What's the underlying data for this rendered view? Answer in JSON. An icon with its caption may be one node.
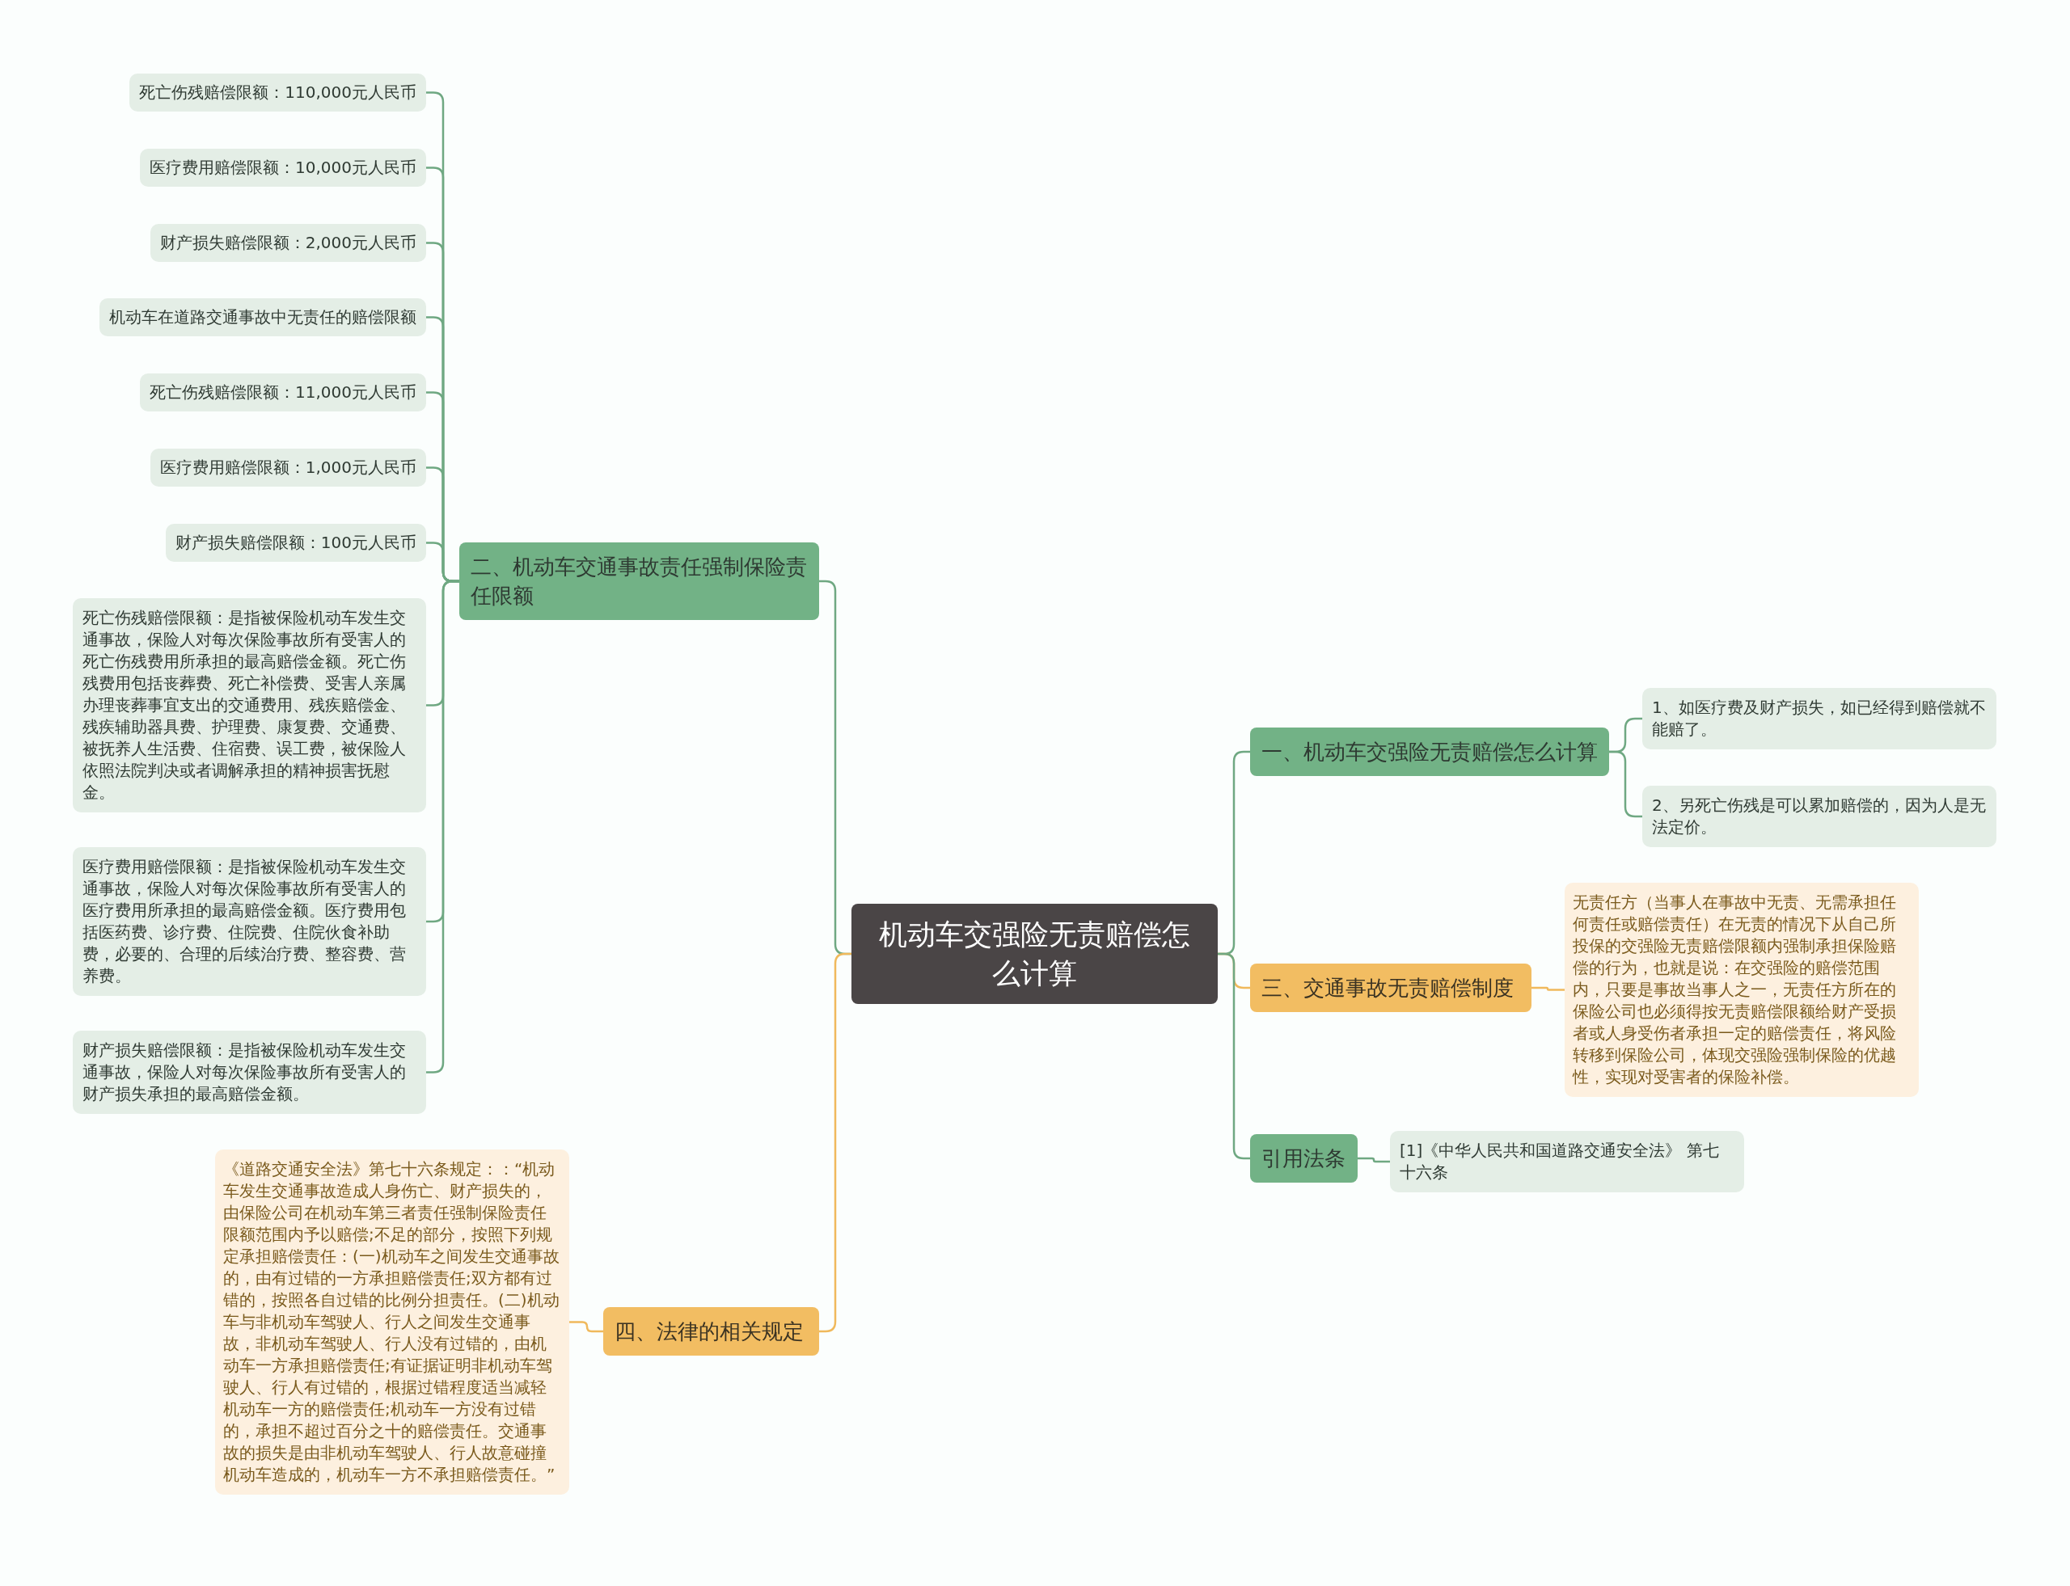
{
  "diagram": {
    "nodes": [
      {
        "text": [
          "机动车交强险无责赔偿怎么计算"
        ]
      },
      {
        "text": [
          "二、机动车交通事故责任强制保险责任限额"
        ]
      },
      {
        "text": [
          "死亡伤残赔偿限额：110,000元人民币"
        ]
      },
      {
        "text": [
          "医疗费用赔偿限额：10,000元人民币"
        ]
      },
      {
        "text": [
          "财产损失赔偿限额：2,000元人民币"
        ]
      },
      {
        "text": [
          "机动车在道路交通事故中无责任的赔偿限额"
        ]
      },
      {
        "text": [
          "死亡伤残赔偿限额：11,000元人民币"
        ]
      },
      {
        "text": [
          "医疗费用赔偿限额：1,000元人民币"
        ]
      },
      {
        "text": [
          "财产损失赔偿限额：100元人民币"
        ]
      },
      {
        "text": [
          "死亡伤残赔偿限额：是指被保险机动车发生交通事故，保险人对每次保险事故所有受害人的死亡伤残费用所承担的最高赔偿金额。死亡伤残费用包括丧葬费、死亡补偿费、受害人亲属办理丧葬事宜支出的交通费用、残疾赔偿金、残疾辅助器具费、护理费、康复费、交通费、被抚养人生活费、住宿费、误工费，被保险人依照法院判决或者调解承担的精神损害抚慰金。"
        ]
      },
      {
        "text": [
          "医疗费用赔偿限额：是指被保险机动车发生交通事故，保险人对每次保险事故所有受害人的医疗费用所承担的最高赔偿金额。医疗费用包括医药费、诊疗费、住院费、住院伙食补助费，必要的、合理的后续治疗费、整容费、营养费。"
        ]
      },
      {
        "text": [
          "财产损失赔偿限额：是指被保险机动车发生交通事故，保险人对每次保险事故所有受害人的财产损失承担的最高赔偿金额。"
        ]
      },
      {
        "text": [
          "一、机动车交强险无责赔偿怎么计算"
        ]
      },
      {
        "text": [
          "1、如医疗费及财产损失，如已经得到赔偿就不能赔了。"
        ]
      },
      {
        "text": [
          "2、另死亡伤残是可以累加赔偿的，因为人是无法定价。"
        ]
      },
      {
        "text": [
          "三、交通事故无责赔偿制度"
        ]
      },
      {
        "text": [
          "无责任方（当事人在事故中无责、无需承担任何责任或赔偿责任）在无责的情况下从自己所投保的交强险无责赔偿限额内强制承担保险赔偿的行为，也就是说：在交强险的赔偿范围内，只要是事故当事人之一，无责任方所在的保险公司也必须得按无责赔偿限额给财产受损者或人身受伤者承担一定的赔偿责任，将风险转移到保险公司，体现交强险强制保险的优越性，实现对受害者的保险补偿。"
        ]
      },
      {
        "text": [
          "引用法条"
        ]
      },
      {
        "text": [
          "[1]《中华人民共和国道路交通安全法》 第七十六条"
        ]
      },
      {
        "text": [
          "四、法律的相关规定"
        ]
      },
      {
        "text": [
          "《道路交通安全法》第七十六条规定：：“机动车发生交通事故造成人身伤亡、财产损失的，由保险公司在机动车第三者责任强制保险责任限额范围内予以赔偿;不足的部分，按照下列规定承担赔偿责任：(一)机动车之间发生交通事故的，由有过错的一方承担赔偿责任;双方都有过错的，按照各自过错的比例分担责任。(二)机动车与非机动车驾驶人、行人之间发生交通事故，非机动车驾驶人、行人没有过错的，由机动车一方承担赔偿责任;有证据证明非机动车驾驶人、行人有过错的，根据过错程度适当减轻机动车一方的赔偿责任;机动车一方没有过错的，承担不超过百分之十的赔偿责任。交通事故的损失是由非机动车驾驶人、行人故意碰撞机动车造成的，机动车一方不承担赔偿责任。”"
        ]
      }
    ],
    "edges": [
      {
        "from": 0,
        "to": 1,
        "arrow": "none"
      },
      {
        "from": 1,
        "to": 2,
        "arrow": "none"
      },
      {
        "from": 1,
        "to": 3,
        "arrow": "none"
      },
      {
        "from": 1,
        "to": 4,
        "arrow": "none"
      },
      {
        "from": 1,
        "to": 5,
        "arrow": "none"
      },
      {
        "from": 1,
        "to": 6,
        "arrow": "none"
      },
      {
        "from": 1,
        "to": 7,
        "arrow": "none"
      },
      {
        "from": 1,
        "to": 8,
        "arrow": "none"
      },
      {
        "from": 1,
        "to": 9,
        "arrow": "none"
      },
      {
        "from": 1,
        "to": 10,
        "arrow": "none"
      },
      {
        "from": 1,
        "to": 11,
        "arrow": "none"
      },
      {
        "from": 0,
        "to": 12,
        "arrow": "none"
      },
      {
        "from": 12,
        "to": 13,
        "arrow": "none"
      },
      {
        "from": 12,
        "to": 14,
        "arrow": "none"
      },
      {
        "from": 0,
        "to": 15,
        "arrow": "none",
        "color": "#f0b95c"
      },
      {
        "from": 15,
        "to": 16,
        "arrow": "none",
        "color": "#f0b95c"
      },
      {
        "from": 0,
        "to": 17,
        "arrow": "none"
      },
      {
        "from": 17,
        "to": 18,
        "arrow": "none"
      },
      {
        "from": 0,
        "to": 19,
        "arrow": "none",
        "color": "#f0b95c"
      },
      {
        "from": 19,
        "to": 20,
        "arrow": "none",
        "color": "#f0b95c"
      }
    ]
  }
}
